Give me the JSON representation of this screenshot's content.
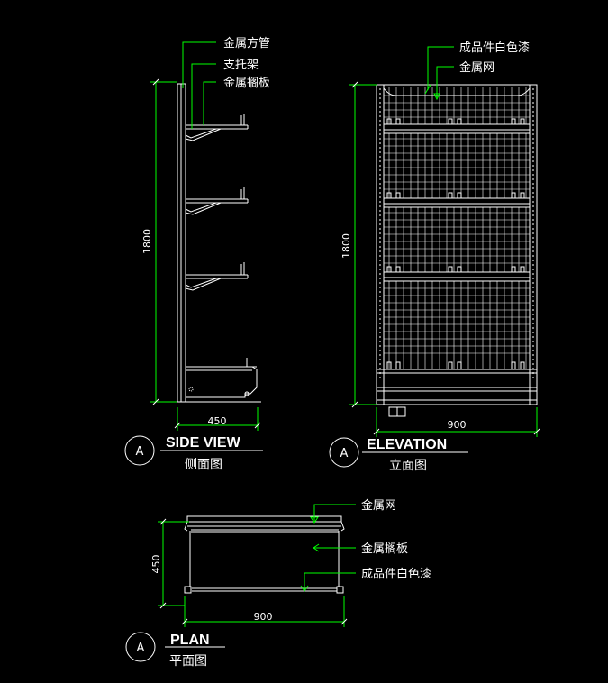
{
  "side_view": {
    "title": "SIDE VIEW",
    "subtitle": "侧面图",
    "marker": "A",
    "dim_height": "1800",
    "dim_width": "450",
    "labels": [
      "金属方管",
      "支托架",
      "金属搁板"
    ]
  },
  "elevation": {
    "title": "ELEVATION",
    "subtitle": "立面图",
    "marker": "A",
    "dim_height": "1800",
    "dim_width": "900",
    "labels": [
      "成品件白色漆",
      "金属网"
    ]
  },
  "plan": {
    "title": "PLAN",
    "subtitle": "平面图",
    "marker": "A",
    "dim_depth": "450",
    "dim_width": "900",
    "labels": [
      "金属网",
      "金属搁板",
      "成品件白色漆"
    ]
  }
}
